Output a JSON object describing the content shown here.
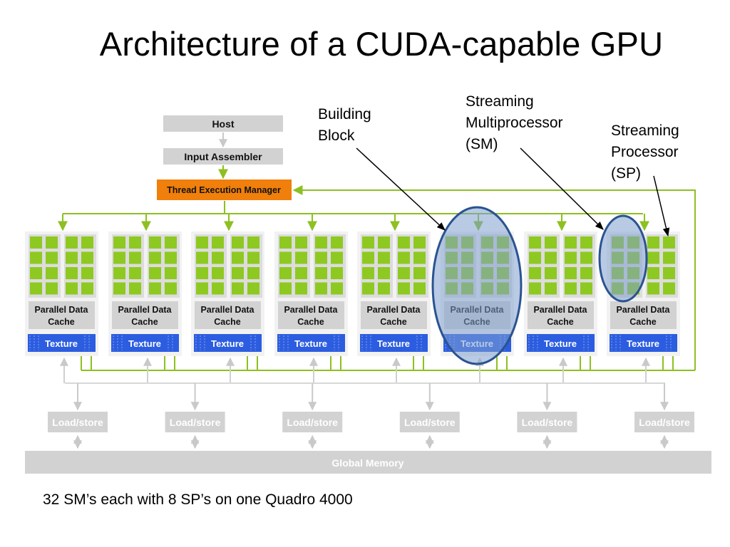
{
  "title": "Architecture of a CUDA-capable GPU",
  "callouts": {
    "building_block": [
      "Building",
      "Block"
    ],
    "streaming_multiprocessor": [
      "Streaming",
      "Multiprocessor",
      "(SM)"
    ],
    "streaming_processor": [
      "Streaming",
      "Processor",
      "(SP)"
    ]
  },
  "blocks": {
    "host": "Host",
    "input_assembler": "Input Assembler",
    "thread_execution_manager": "Thread Execution Manager",
    "parallel_data_cache": [
      "Parallel Data",
      "Cache"
    ],
    "texture": "Texture",
    "load_store": "Load/store",
    "global_memory": "Global Memory"
  },
  "counts": {
    "building_blocks": 8,
    "load_store_units": 6
  },
  "colors": {
    "green_line": "#8dc021",
    "sp_green": "#8ec921",
    "tem_orange": "#f07f0b",
    "texture_blue": "#2c5de0",
    "highlight_stroke": "#2a5390",
    "highlight_fill": "#7f9fd0",
    "gray_block": "#d2d2d2"
  },
  "footnote": "32 SM’s each with 8 SP’s on one Quadro 4000"
}
